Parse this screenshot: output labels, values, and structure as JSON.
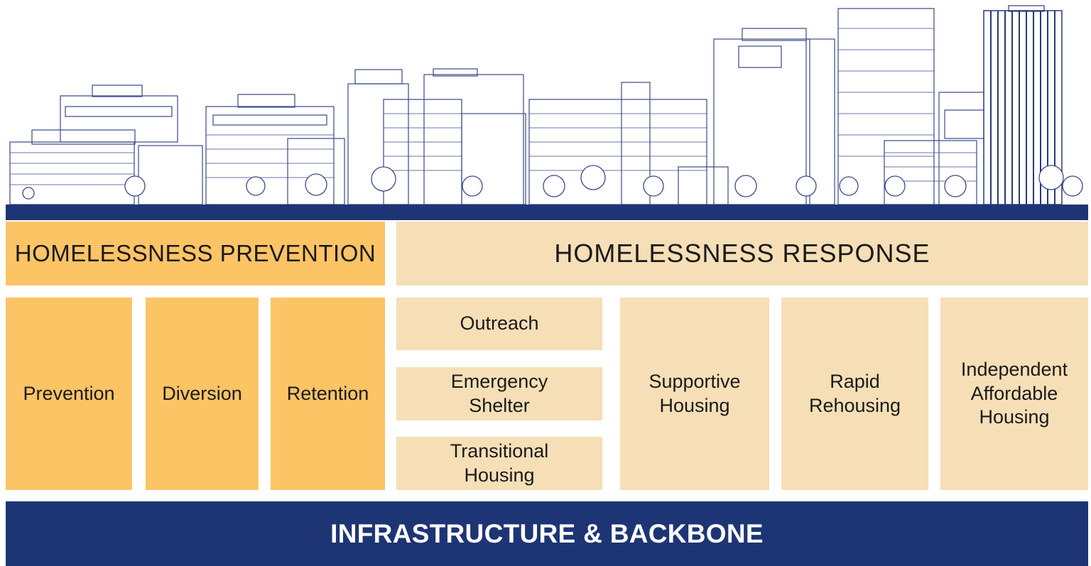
{
  "prevention_header": "HOMELESSNESS PREVENTION",
  "response_header": "HOMELESSNESS RESPONSE",
  "prevention_items": [
    "Prevention",
    "Diversion",
    "Retention"
  ],
  "interim_items": [
    "Outreach",
    "Emergency\nShelter",
    "Transitional\nHousing"
  ],
  "housing_items": [
    "Supportive\nHousing",
    "Rapid\nRehousing",
    "Independent\nAffordable\nHousing"
  ],
  "foundation": "INFRASTRUCTURE & BACKBONE",
  "illustration": "city-skyline-illustration",
  "colors": {
    "prevention": "#fdc466",
    "response": "#f6dfb6",
    "foundation": "#1e3575",
    "skyline_line": "#3a4a86"
  }
}
